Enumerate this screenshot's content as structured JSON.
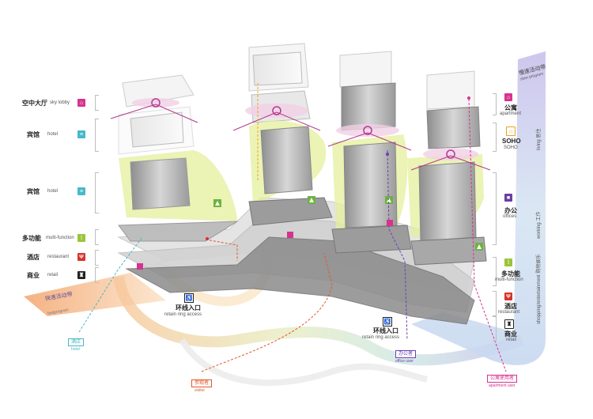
{
  "left_program": [
    {
      "cn": "空中大厅",
      "en": "sky lobby",
      "icon": "lobby-icon",
      "color": "#d6338f"
    },
    {
      "cn": "宾馆",
      "en": "hotel",
      "icon": "bed-icon",
      "color": "#46b9c9"
    },
    {
      "cn": "宾馆",
      "en": "hotel",
      "icon": "bed-icon",
      "color": "#46b9c9"
    },
    {
      "cn": "多功能",
      "en": "multi-function",
      "icon": "multifunction-icon",
      "color": "#9ac43a"
    },
    {
      "cn": "酒店",
      "en": "restaurant",
      "icon": "cutlery-icon",
      "color": "#d8332b"
    },
    {
      "cn": "商业",
      "en": "retail",
      "icon": "shopping-icon",
      "color": "#222222"
    }
  ],
  "right_program": [
    {
      "cn": "公寓",
      "en": "apartment",
      "icon": "apartment-icon",
      "color": "#d6338f"
    },
    {
      "cn": "SOHO",
      "en": "SOHO",
      "icon": "soho-icon",
      "color": "#f0a020"
    },
    {
      "cn": "办公",
      "en": "offices",
      "icon": "briefcase-icon",
      "color": "#6b3fa0"
    },
    {
      "cn": "多功能",
      "en": "multi-function",
      "icon": "multifunction-icon",
      "color": "#9ac43a"
    },
    {
      "cn": "酒店",
      "en": "restaurant",
      "icon": "cutlery-icon",
      "color": "#d8332b"
    },
    {
      "cn": "商业",
      "en": "retail",
      "icon": "shopping-icon",
      "color": "#222222"
    }
  ],
  "slow_program": {
    "cn": "慢速活动带",
    "en": "slow program"
  },
  "fast_program": {
    "cn": "快速活动带",
    "en": "fastprogram"
  },
  "vertical_zones": [
    {
      "text": "living 居住"
    },
    {
      "text": "working 工作"
    },
    {
      "text": "shopping/entertainment 购物娱乐"
    }
  ],
  "ring_access": [
    {
      "cn": "环线入口",
      "en": "retain ring access"
    },
    {
      "cn": "环线入口",
      "en": "retain ring access"
    }
  ],
  "users": [
    {
      "cn": "酒店",
      "en": "hotel",
      "color": "#4bb6c4"
    },
    {
      "cn": "参观者",
      "en": "visitor",
      "color": "#e2562c"
    },
    {
      "cn": "办公者",
      "en": "office user",
      "color": "#6b3fb5"
    },
    {
      "cn": "公寓使用者",
      "en": "apartment user",
      "color": "#d6338f"
    }
  ]
}
